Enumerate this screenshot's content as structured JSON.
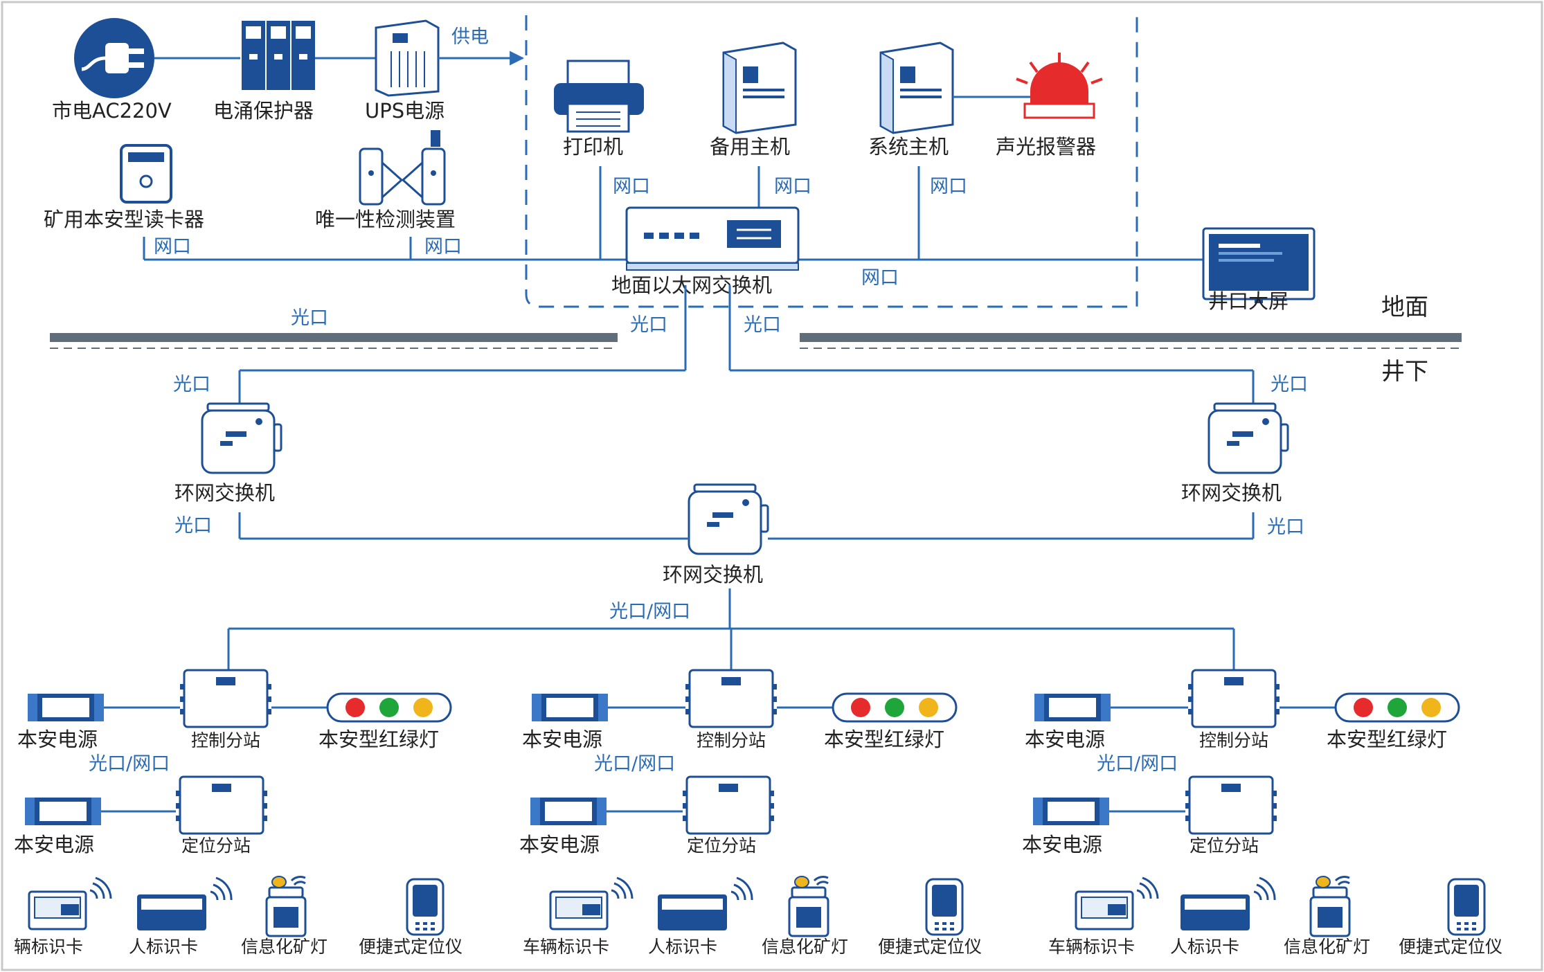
{
  "colors": {
    "line": "#2a6bb5",
    "device": "#1c4f96",
    "ground_bar": "#5f6e7a",
    "red": "#e52b2b",
    "green": "#1fa63b",
    "yellow": "#f1b51c"
  },
  "power": {
    "mains": "市电AC220V",
    "surge": "电涌保护器",
    "ups": "UPS电源",
    "supply": "供电"
  },
  "devices": {
    "card_reader": "矿用本安型读卡器",
    "uniqueness": "唯一性检测装置",
    "printer": "打印机",
    "backup_host": "备用主机",
    "system_host": "系统主机",
    "alarm": "声光报警器",
    "ground_switch": "地面以太网交换机",
    "screen": "井口大屏"
  },
  "ports": {
    "net": "网口",
    "fiber": "光口",
    "fiber_net": "光口/网口"
  },
  "zones": {
    "ground": "地面",
    "underground": "井下"
  },
  "ring": {
    "switch": "环网交换机"
  },
  "substation": {
    "power": "本安电源",
    "control": "控制分站",
    "traffic_light": "本安型红绿灯",
    "locate": "定位分站"
  },
  "terminals": {
    "vehicle_card": "车辆标识卡",
    "vehicle_card_cut": "辆标识卡",
    "person_card": "人标识卡",
    "cap_lamp": "信息化矿灯",
    "locator": "便捷式定位仪"
  },
  "icons": [
    "plug-icon",
    "surge-protector-icon",
    "ups-icon",
    "card-reader-icon",
    "turnstile-icon",
    "printer-icon",
    "server-icon",
    "alarm-light-icon",
    "switch-icon",
    "monitor-icon",
    "ring-switch-icon",
    "power-supply-icon",
    "substation-icon",
    "traffic-light-icon",
    "vehicle-card-icon",
    "person-card-icon",
    "cap-lamp-icon",
    "locator-icon"
  ]
}
